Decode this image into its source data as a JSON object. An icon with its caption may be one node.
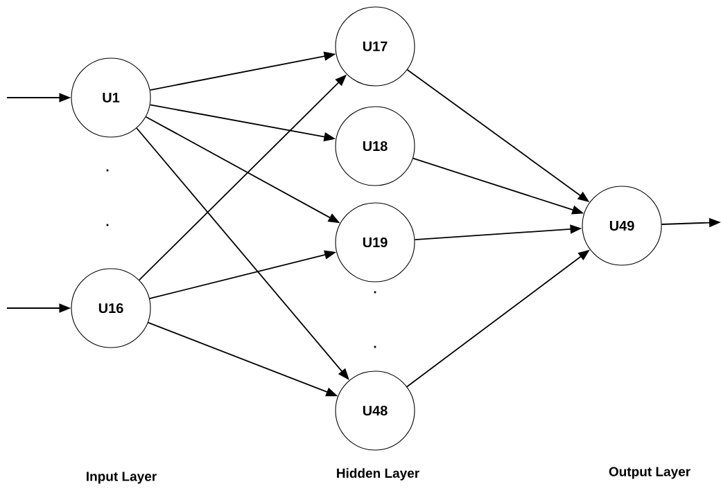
{
  "diagram": {
    "nodes": [
      {
        "text": [
          "U1"
        ]
      },
      {
        "text": [
          "U16"
        ]
      },
      {
        "text": [
          "U17"
        ]
      },
      {
        "text": [
          "U18"
        ]
      },
      {
        "text": [
          "U19"
        ]
      },
      {
        "text": [
          "U48"
        ]
      },
      {
        "text": [
          "U49"
        ]
      }
    ],
    "edges": [
      {
        "from": null,
        "to": 0,
        "arrow": "to"
      },
      {
        "from": null,
        "to": 1,
        "arrow": "to"
      },
      {
        "from": 0,
        "to": 2,
        "arrow": "to"
      },
      {
        "from": 0,
        "to": 3,
        "arrow": "to"
      },
      {
        "from": 0,
        "to": 4,
        "arrow": "to"
      },
      {
        "from": 0,
        "to": 5,
        "arrow": "to"
      },
      {
        "from": 1,
        "to": 2,
        "arrow": "to"
      },
      {
        "from": 1,
        "to": 4,
        "arrow": "to"
      },
      {
        "from": 1,
        "to": 5,
        "arrow": "to"
      },
      {
        "from": 2,
        "to": 6,
        "arrow": "to"
      },
      {
        "from": 3,
        "to": 6,
        "arrow": "to"
      },
      {
        "from": 4,
        "to": 6,
        "arrow": "to"
      },
      {
        "from": 5,
        "to": 6,
        "arrow": "to"
      },
      {
        "from": 6,
        "to": null,
        "arrow": "to"
      }
    ],
    "labels": [
      ".",
      ".",
      ".",
      ".",
      "Input Layer",
      "Hidden Layer",
      "Output Layer"
    ]
  }
}
